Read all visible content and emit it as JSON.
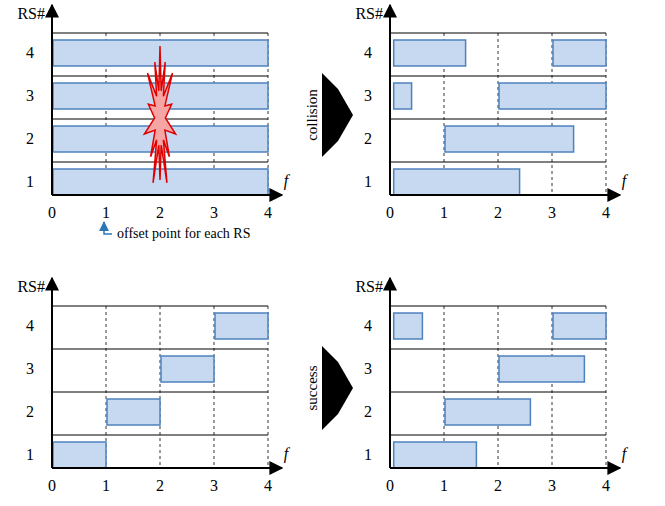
{
  "diagram": {
    "labels": [
      "RS#",
      "4",
      "3",
      "2",
      "1",
      "0",
      "1",
      "2",
      "3",
      "4",
      "f",
      "offset point for each RS",
      "collision",
      "RS#",
      "4",
      "3",
      "2",
      "1",
      "0",
      "1",
      "2",
      "3",
      "4",
      "f",
      "RS#",
      "4",
      "3",
      "2",
      "1",
      "0",
      "1",
      "2",
      "3",
      "4",
      "f",
      "success",
      "RS#",
      "4",
      "3",
      "2",
      "1",
      "0",
      "1",
      "2",
      "3",
      "4",
      "f"
    ]
  }
}
